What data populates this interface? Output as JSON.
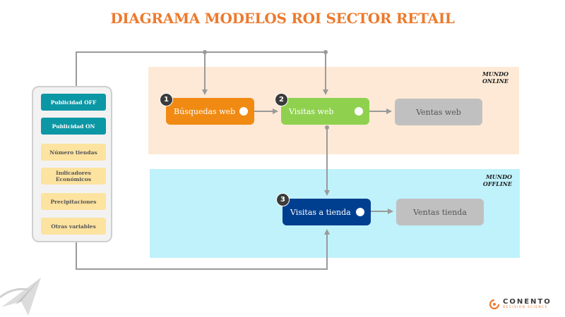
{
  "title": "DIAGRAMA MODELOS ROI SECTOR RETAIL",
  "zones": {
    "online": "MUNDO\nONLINE",
    "offline": "MUNDO\nOFFLINE"
  },
  "variables": [
    {
      "label": "Publicidad OFF",
      "kind": "media"
    },
    {
      "label": "Publicidad ON",
      "kind": "media"
    },
    {
      "label": "Número tiendas",
      "kind": "other"
    },
    {
      "label": "Indicadores Económicos",
      "kind": "other"
    },
    {
      "label": "Precipitaciones",
      "kind": "other"
    },
    {
      "label": "Otras variables",
      "kind": "other"
    }
  ],
  "nodes": {
    "busquedas_web": {
      "label": "Búsquedas web",
      "step": "1",
      "color": "#f08a12"
    },
    "visitas_web": {
      "label": "Visitas web",
      "step": "2",
      "color": "#8fd14f"
    },
    "ventas_web": {
      "label": "Ventas web",
      "color": "#c0c0c0"
    },
    "visitas_tienda": {
      "label": "Visitas a tienda",
      "step": "3",
      "color": "#003f8f"
    },
    "ventas_tienda": {
      "label": "Ventas tienda",
      "color": "#c0c0c0"
    }
  },
  "colors": {
    "title": "#ec7a2d",
    "online_band": "#fde9d6",
    "offline_band": "#bff2fb",
    "connector": "#9a9a9a"
  },
  "brand": {
    "name": "CONENTO",
    "tagline": "DECISION SCIENCE",
    "icon": "conento-swirl-icon"
  },
  "decoration": {
    "icon": "paper-plane-icon"
  }
}
